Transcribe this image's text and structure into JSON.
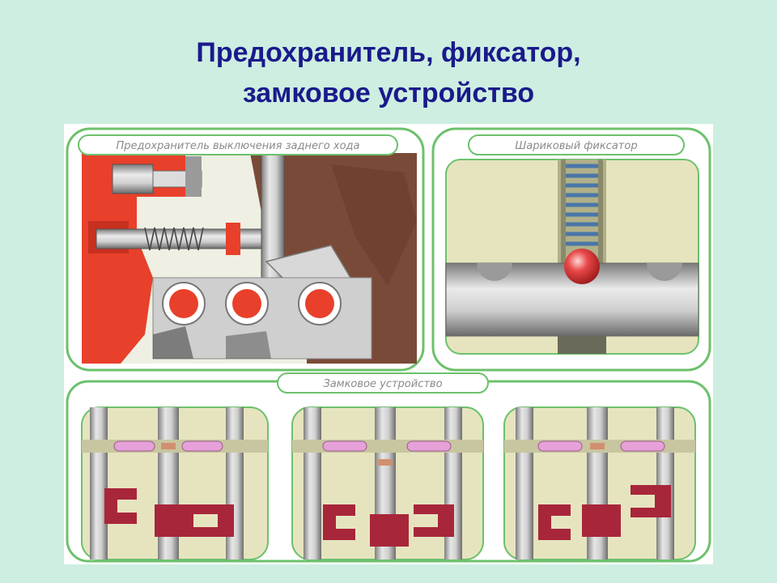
{
  "slide": {
    "title_line1": "Предохранитель, фиксатор,",
    "title_line2": "замковое устройство"
  },
  "figure": {
    "panel_reverse_lock": {
      "label": "Предохранитель выключения заднего хода"
    },
    "panel_ball_detent": {
      "label": "Шариковый фиксатор"
    },
    "panel_interlock": {
      "label": "Замковое устройство"
    }
  },
  "colors": {
    "background": "#cdeee0",
    "title": "#1a1a8c",
    "frame": "#6cc16c",
    "housing_red": "#e8402a",
    "dark_red": "#a8263a",
    "casing_brown": "#7a4a38",
    "steel": "#b8b8b8",
    "cream": "#e6e4bf",
    "spring_blue": "#5a86b8",
    "pink_pin": "#e6a2d8",
    "ball": "#e04040"
  }
}
